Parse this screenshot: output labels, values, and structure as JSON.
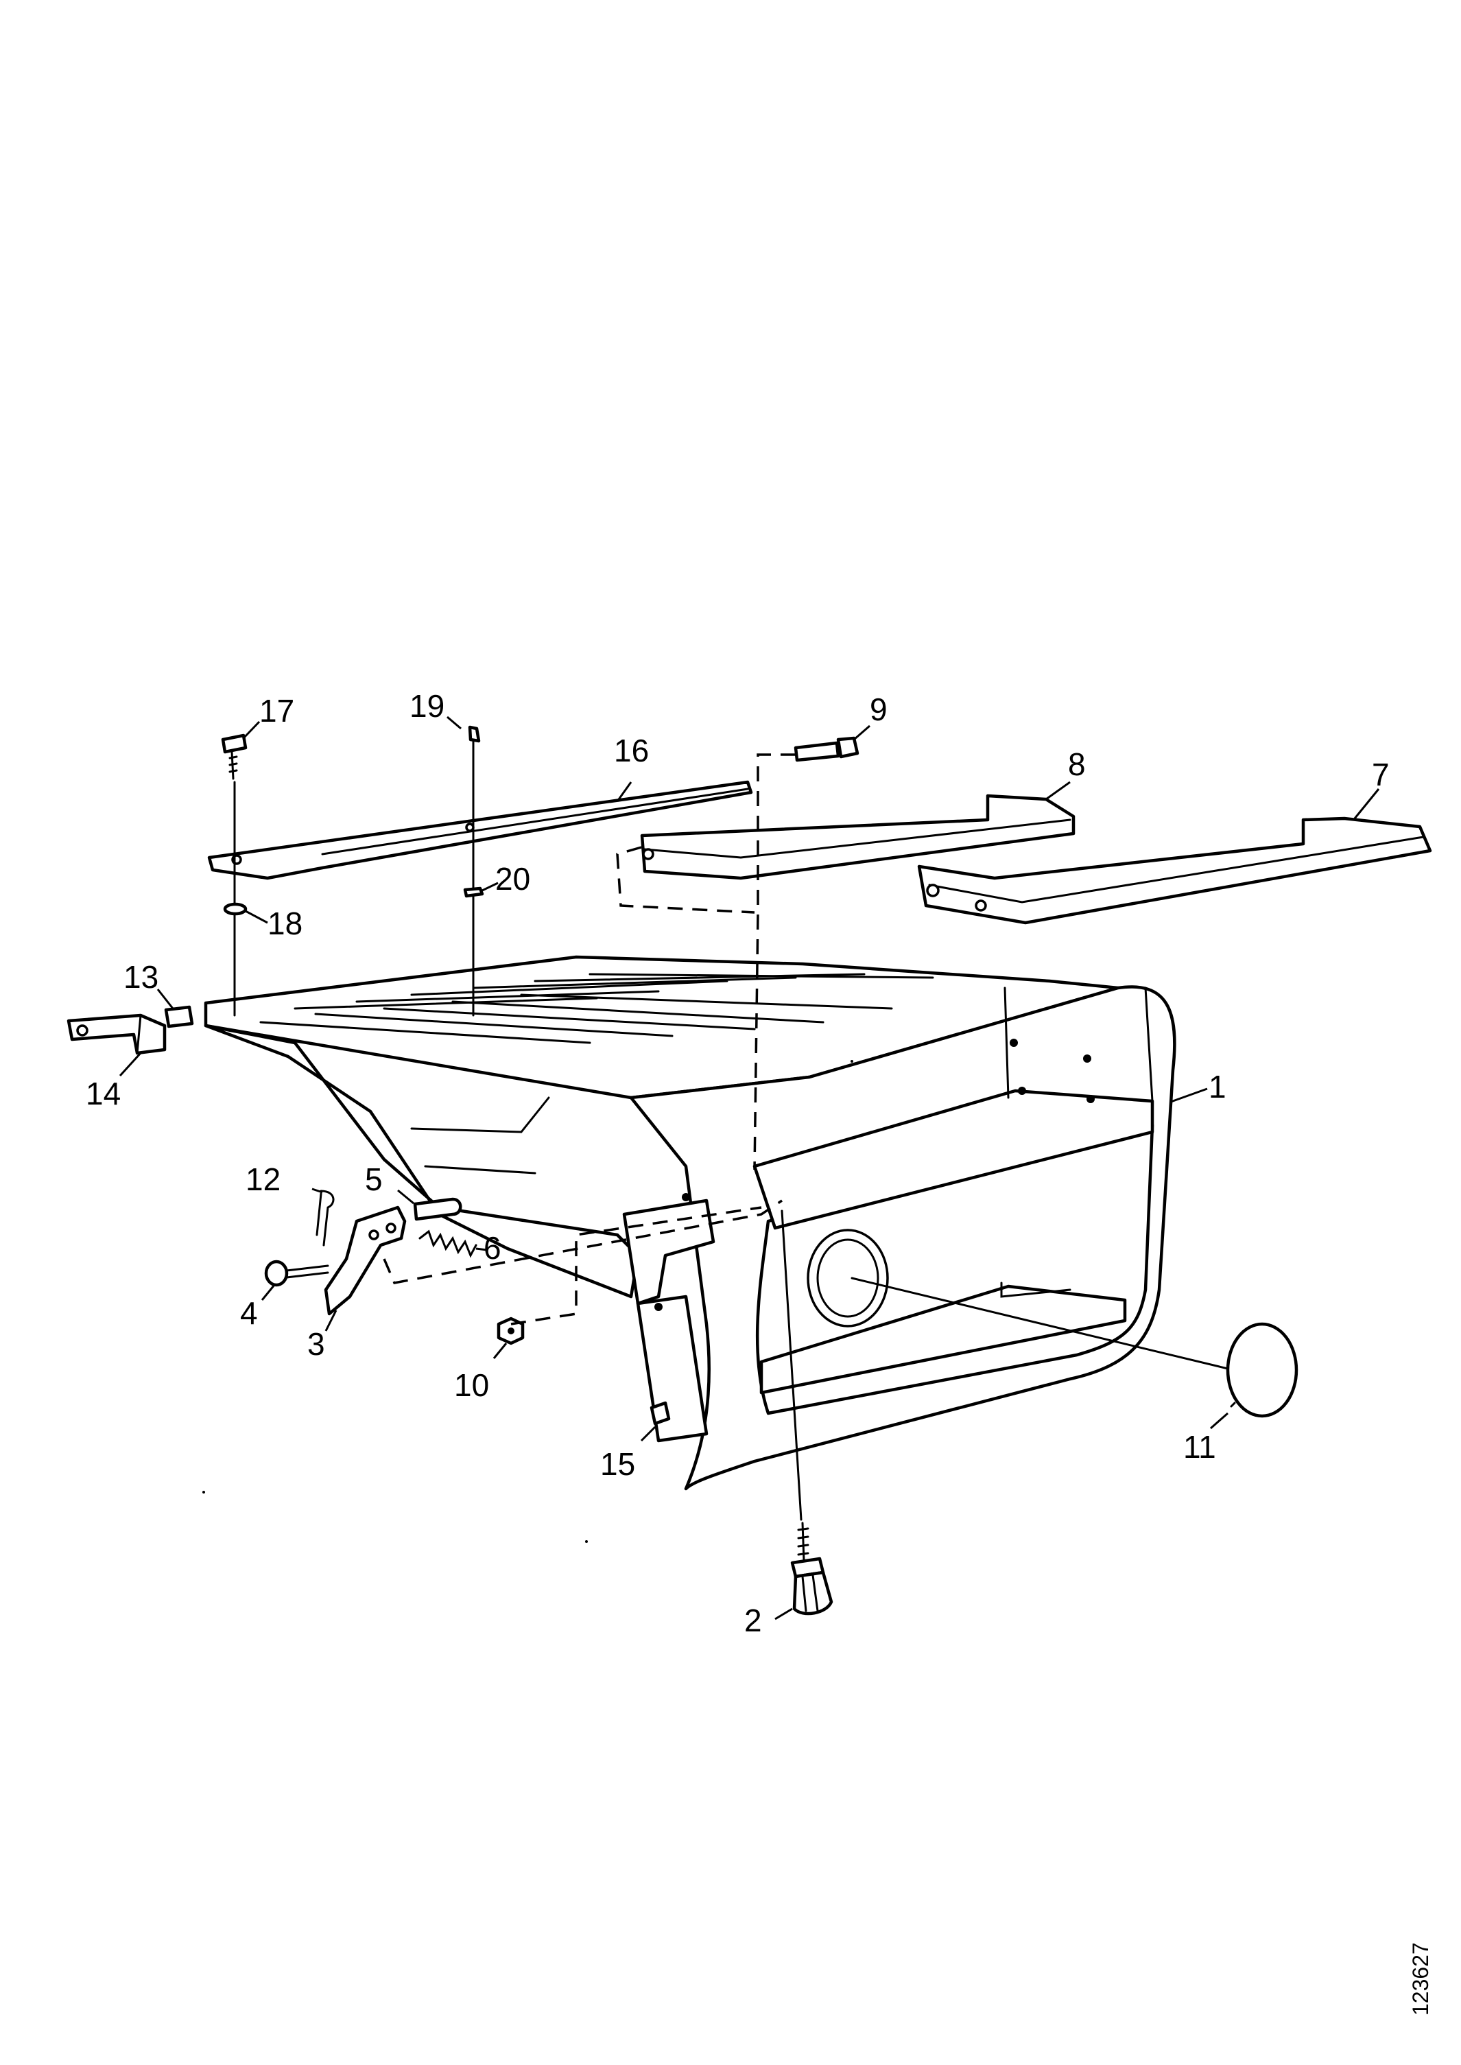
{
  "callouts": {
    "c1": "1",
    "c2": "2",
    "c3": "3",
    "c4": "4",
    "c5": "5",
    "c6": "6",
    "c7": "7",
    "c8": "8",
    "c9": "9",
    "c10": "10",
    "c11": "11",
    "c12": "12",
    "c13": "13",
    "c14": "14",
    "c15": "15",
    "c16": "16",
    "c17": "17",
    "c18": "18",
    "c19": "19",
    "c20": "20"
  },
  "drawing_number": "123627"
}
